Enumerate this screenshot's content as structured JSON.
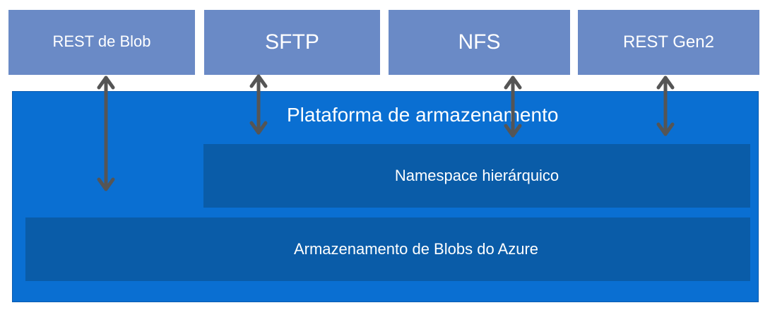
{
  "protocols": [
    {
      "label": "REST de Blob"
    },
    {
      "label": "SFTP"
    },
    {
      "label": "NFS"
    },
    {
      "label": "REST Gen2"
    }
  ],
  "platform": {
    "title": "Plataforma de armazenamento",
    "namespace_label": "Namespace hierárquico",
    "blob_storage_label": "Armazenamento de Blobs do Azure"
  },
  "colors": {
    "protocol_box": "#6A8AC6",
    "platform": "#0A6FD2",
    "inner_layer": "#0A5CA8",
    "arrow": "#555555"
  }
}
